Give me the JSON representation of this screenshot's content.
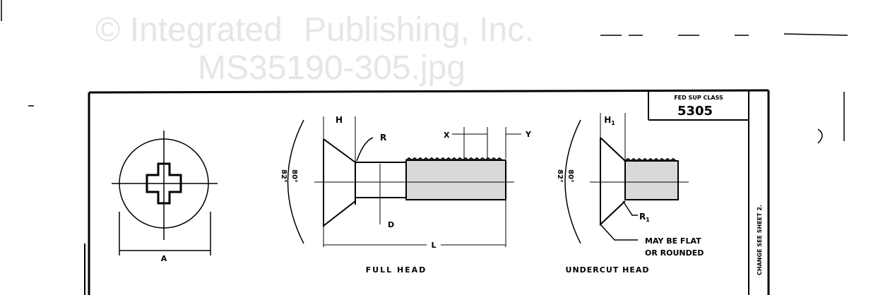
{
  "watermark": {
    "line1": "© Integrated",
    "line2": "Publishing, Inc.",
    "line3": "MS35190-305.jpg"
  },
  "title_block": {
    "label": "FED SUP CLASS",
    "value": "5305"
  },
  "side_note": "CHANGE SEE SHEET 2.",
  "full_head": {
    "caption": "FULL HEAD",
    "dim_h": "H",
    "dim_r": "R",
    "dim_x": "X",
    "dim_y": "Y",
    "dim_d": "D",
    "dim_l": "L",
    "angle_1": "80°",
    "angle_2": "82°"
  },
  "top_view": {
    "dim_a": "A"
  },
  "undercut_head": {
    "caption": "UNDERCUT HEAD",
    "dim_h1": "H",
    "dim_h1_sub": "1",
    "dim_r1": "R",
    "dim_r1_sub": "1",
    "angle_1": "80°",
    "angle_2": "82°",
    "note_line1": "MAY BE FLAT",
    "note_line2": "OR ROUNDED"
  }
}
